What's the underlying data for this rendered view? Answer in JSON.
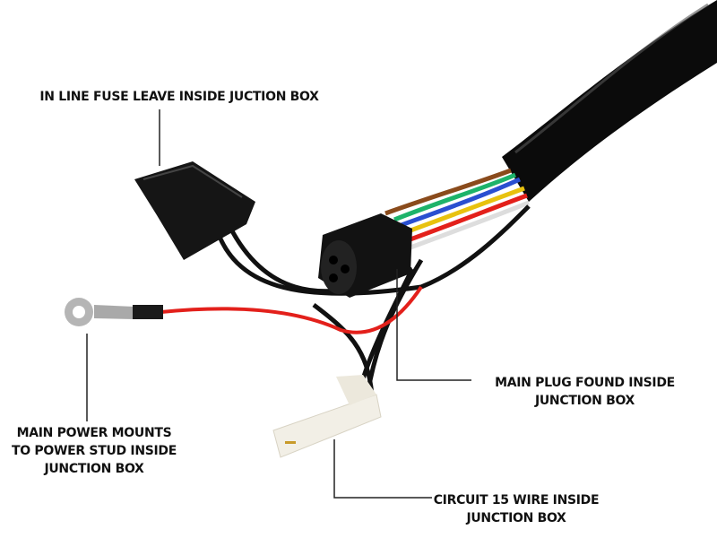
{
  "callouts": {
    "fuse": {
      "lines": [
        "IN LINE FUSE LEAVE INSIDE JUCTION BOX"
      ]
    },
    "main_power": {
      "lines": [
        "MAIN POWER MOUNTS",
        "TO POWER STUD INSIDE",
        "JUNCTION BOX"
      ]
    },
    "main_plug": {
      "lines": [
        "MAIN PLUG FOUND INSIDE",
        "JUNCTION BOX"
      ]
    },
    "circuit15": {
      "lines": [
        "CIRCUIT 15 WIRE INSIDE",
        "JUNCTION BOX"
      ]
    }
  },
  "colors": {
    "jacket": "#0b0b0b",
    "red_wire": "#e3201b",
    "connector_white": "#f2efe6",
    "leader": "#222222"
  }
}
